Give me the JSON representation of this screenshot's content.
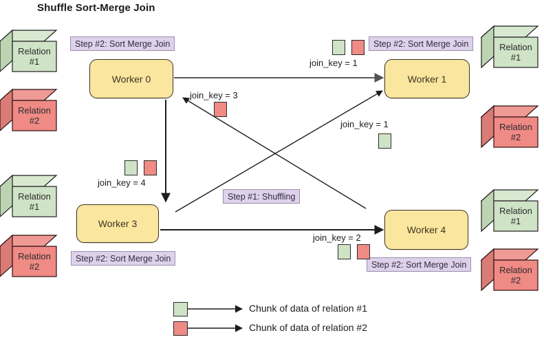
{
  "title": "Shuffle Sort-Merge Join",
  "colors": {
    "relation1_fill": "#cfe3c6",
    "relation1_side": "#bcd4b2",
    "relation1_top": "#d9e9d1",
    "relation1_stroke": "#1f1f1f",
    "relation2_fill": "#ef8a85",
    "relation2_side": "#d97b77",
    "relation2_top": "#f09a95",
    "relation2_stroke": "#2b1010",
    "worker_fill": "#fbe69f",
    "worker_stroke": "#3a3020",
    "step_fill": "#ded2ea",
    "step_stroke": "#9a8fb0",
    "arrow": "#1c1c1c",
    "arrow_gray": "#5a5a5a"
  },
  "relations": {
    "top_left_1": {
      "line1": "Relation",
      "line2": "#1"
    },
    "bottom_left_1": {
      "line1": "Relation",
      "line2": "#2"
    },
    "mid_left_1": {
      "line1": "Relation",
      "line2": "#1"
    },
    "mid_left_2": {
      "line1": "Relation",
      "line2": "#2"
    },
    "top_right_1": {
      "line1": "Relation",
      "line2": "#1"
    },
    "top_right_2": {
      "line1": "Relation",
      "line2": "#2"
    },
    "bottom_right_1": {
      "line1": "Relation",
      "line2": "#1"
    },
    "bottom_right_2": {
      "line1": "Relation",
      "line2": "#2"
    }
  },
  "workers": {
    "w0": "Worker 0",
    "w1": "Worker 1",
    "w3": "Worker 3",
    "w4": "Worker 4"
  },
  "steps": {
    "smj_w0": "Step #2: Sort Merge Join",
    "smj_w1": "Step #2: Sort Merge Join",
    "smj_w3": "Step #2: Sort Merge Join",
    "smj_w4": "Step #2: Sort Merge Join",
    "shuffling": "Step #1: Shuffling"
  },
  "join_keys": {
    "w0_to_w1": "join_key = 1",
    "w4_to_w0": "join_key = 3",
    "w0_to_w3": "join_key = 4",
    "w3_to_w1": "join_key = 1",
    "w3_to_w4": "join_key = 2"
  },
  "legend": {
    "items": [
      {
        "swatch": "relation1",
        "label": "Chunk of data of relation #1"
      },
      {
        "swatch": "relation2",
        "label": "Chunk of data of relation #2"
      }
    ]
  },
  "chart_data": {
    "type": "diagram",
    "title": "Shuffle Sort-Merge Join",
    "nodes": [
      "Worker 0",
      "Worker 1",
      "Worker 3",
      "Worker 4"
    ],
    "edges": [
      {
        "from": "Worker 0",
        "to": "Worker 1",
        "label": "join_key = 1",
        "chunks": [
          "relation1",
          "relation2"
        ]
      },
      {
        "from": "Worker 0",
        "to": "Worker 3",
        "label": "join_key = 4",
        "chunks": [
          "relation1",
          "relation2"
        ]
      },
      {
        "from": "Worker 3",
        "to": "Worker 1",
        "label": "join_key = 1",
        "chunks": [
          "relation1"
        ]
      },
      {
        "from": "Worker 3",
        "to": "Worker 4",
        "label": "join_key = 2",
        "chunks": [
          "relation1",
          "relation2"
        ]
      },
      {
        "from": "Worker 4",
        "to": "Worker 0",
        "label": "join_key = 3",
        "chunks": [
          "relation2"
        ]
      }
    ]
  }
}
